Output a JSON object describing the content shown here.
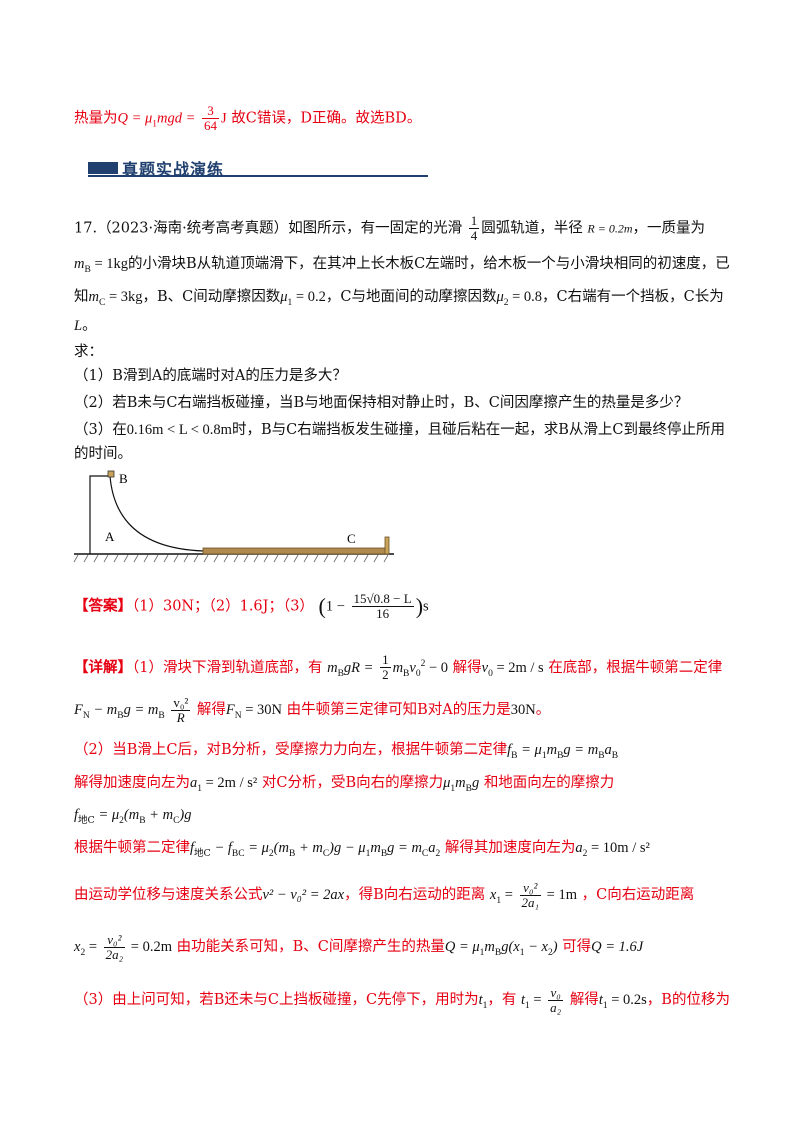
{
  "top": {
    "line1_prefix": "热量为",
    "line1_eq_lhs": "Q = μ",
    "line1_eq_mid": "mgd =",
    "frac_num": "3",
    "frac_den": "64",
    "unit_J": "J",
    "line1_suffix": "故C错误，D正确。故选BD。"
  },
  "section": {
    "title": "真题实战演练"
  },
  "problem": {
    "num": "17.",
    "source": "（2023·海南·统考高考真题）",
    "l1a": "如图所示，有一固定的光滑",
    "frac_num": "1",
    "frac_den": "4",
    "l1b": "圆弧轨道，半径",
    "l1c": "R = 0.2m",
    "l1d": "，一质量为",
    "l2a": "m",
    "l2a_sub": "B",
    "l2b": " = 1kg",
    "l2c": "的小滑块B从轨道顶端滑下，在其冲上长木板C左端时，给木板一个与小滑块相同的初速度，已",
    "l3a": "知",
    "l3b": "m",
    "l3b_sub": "C",
    "l3c": " = 3kg",
    "l3d": "，B、C间动摩擦因数",
    "l3e": "μ",
    "l3e_sub": "1",
    "l3f": " = 0.2",
    "l3g": "，C与地面间的动摩擦因数",
    "l3h": "μ",
    "l3h_sub": "2",
    "l3i": " = 0.8",
    "l3j": "，C右端有一个挡板，C长为",
    "l4a": "L",
    "l4b": "。",
    "ask": "求：",
    "q1": "（1）B滑到A的底端时对A的压力是多大？",
    "q2": "（2）若B未与C右端挡板碰撞，当B与地面保持相对静止时，B、C间因摩擦产生的热量是多少？",
    "q3a": "（3）在",
    "q3b": "0.16m < L < 0.8m",
    "q3c": "时，B与C右端挡板发生碰撞，且碰后粘在一起，求B从滑上C到最终停止所用",
    "q3d": "的时间。"
  },
  "figure": {
    "label_b": "B",
    "label_a": "A",
    "label_c": "C"
  },
  "answer": {
    "tag": "【答案】",
    "a1": "（1）30N；（2）1.6J；（3）",
    "a3_one": "1 −",
    "a3_num": "15√0.8 − L",
    "a3_den": "16",
    "a3_unit": "s"
  },
  "detail": {
    "tag": "【详解】",
    "d1a": "（1）滑块下滑到轨道底部，有",
    "d1b": "m",
    "d1b_sub": "B",
    "d1c": "gR =",
    "d1_half_num": "1",
    "d1_half_den": "2",
    "d1d": "m",
    "d1d_sub": "B",
    "d1e": "v",
    "d1e_sub": "0",
    "d1e_sup": "2",
    "d1f": " − 0",
    "d1g": "解得",
    "d1h": "v",
    "d1h_sub": "0",
    "d1i": " = 2m / s",
    "d1j": "在底部，根据牛顿第二定律",
    "d2a": "F",
    "d2a_sub": "N",
    "d2b": " − m",
    "d2b_sub": "B",
    "d2c": "g = m",
    "d2c_sub": "B",
    "d2_num": "v₀²",
    "d2_den": "R",
    "d2d": "解得",
    "d2e": "F",
    "d2e_sub": "N",
    "d2f": " = 30N",
    "d2g": "由牛顿第三定律可知B对A的压力是",
    "d2h": "30N",
    "d2i": "。",
    "d3a": "（2）当B滑上C后，对B分析，受摩擦力力向左，根据牛顿第二定律",
    "d3b": "f",
    "d3b_sub": "B",
    "d3c": " = μ",
    "d3c_sub": "1",
    "d3d": "m",
    "d3d_sub": "B",
    "d3e": "g = m",
    "d3e_sub": "B",
    "d3f": "a",
    "d3f_sub": "B",
    "d4a": "解得加速度向左为",
    "d4b": "a",
    "d4b_sub": "1",
    "d4c": " = 2m / s²",
    "d4d": "对C分析，受B向右的摩擦力",
    "d4e": "μ",
    "d4e_sub": "1",
    "d4f": "m",
    "d4f_sub": "B",
    "d4g": "g",
    "d4h": "和地面向左的摩擦力",
    "d5a": "f",
    "d5a_sub": "地C",
    "d5b": " = μ",
    "d5b_sub": "2",
    "d5c": "(m",
    "d5c_sub": "B",
    "d5d": " + m",
    "d5d_sub": "C",
    "d5e": ")g",
    "d6a": "根据牛顿第二定律",
    "d6b": "f",
    "d6b_sub": "地C",
    "d6c": " − f",
    "d6c_sub": "BC",
    "d6d": " = μ",
    "d6d_sub": "2",
    "d6e": "(m",
    "d6e_sub": "B",
    "d6f": " + m",
    "d6f_sub": "C",
    "d6g": ")g − μ",
    "d6g_sub": "1",
    "d6h": "m",
    "d6h_sub": "B",
    "d6i": "g = m",
    "d6i_sub": "C",
    "d6j": "a",
    "d6j_sub": "2",
    "d6k": "解得其加速度向左为",
    "d6l": "a",
    "d6l_sub": "2",
    "d6m": " = 10m / s²",
    "d7a": "由运动学位移与速度关系公式",
    "d7b": "v² − v₀² = 2ax",
    "d7c": "，得B向右运动的距离",
    "d7d": "x",
    "d7d_sub": "1",
    "d7e": " =",
    "d7_num": "v₀²",
    "d7_den": "2a₁",
    "d7f": " = 1m",
    "d7g": "，C向右运动距离",
    "d8a": "x",
    "d8a_sub": "2",
    "d8b": " =",
    "d8_num": "v₀²",
    "d8_den": "2a₂",
    "d8c": " = 0.2m",
    "d8d": "由功能关系可知，B、C间摩擦产生的热量",
    "d8e": "Q = μ",
    "d8e_sub": "1",
    "d8f": "m",
    "d8f_sub": "B",
    "d8g": "g(x",
    "d8g_sub": "1",
    "d8h": " − x",
    "d8h_sub": "2",
    "d8i": ")",
    "d8j": "可得",
    "d8k": "Q = 1.6J",
    "d9a": "（3）由上问可知，若B还未与C上挡板碰撞，C先停下，用时为",
    "d9b": "t",
    "d9b_sub": "1",
    "d9c": "，有",
    "d9d": "t",
    "d9d_sub": "1",
    "d9e": " =",
    "d9_num": "v₀",
    "d9_den": "a₂",
    "d9f": "解得",
    "d9g": "t",
    "d9g_sub": "1",
    "d9h": " = 0.2s",
    "d9i": "，B的位移为"
  }
}
